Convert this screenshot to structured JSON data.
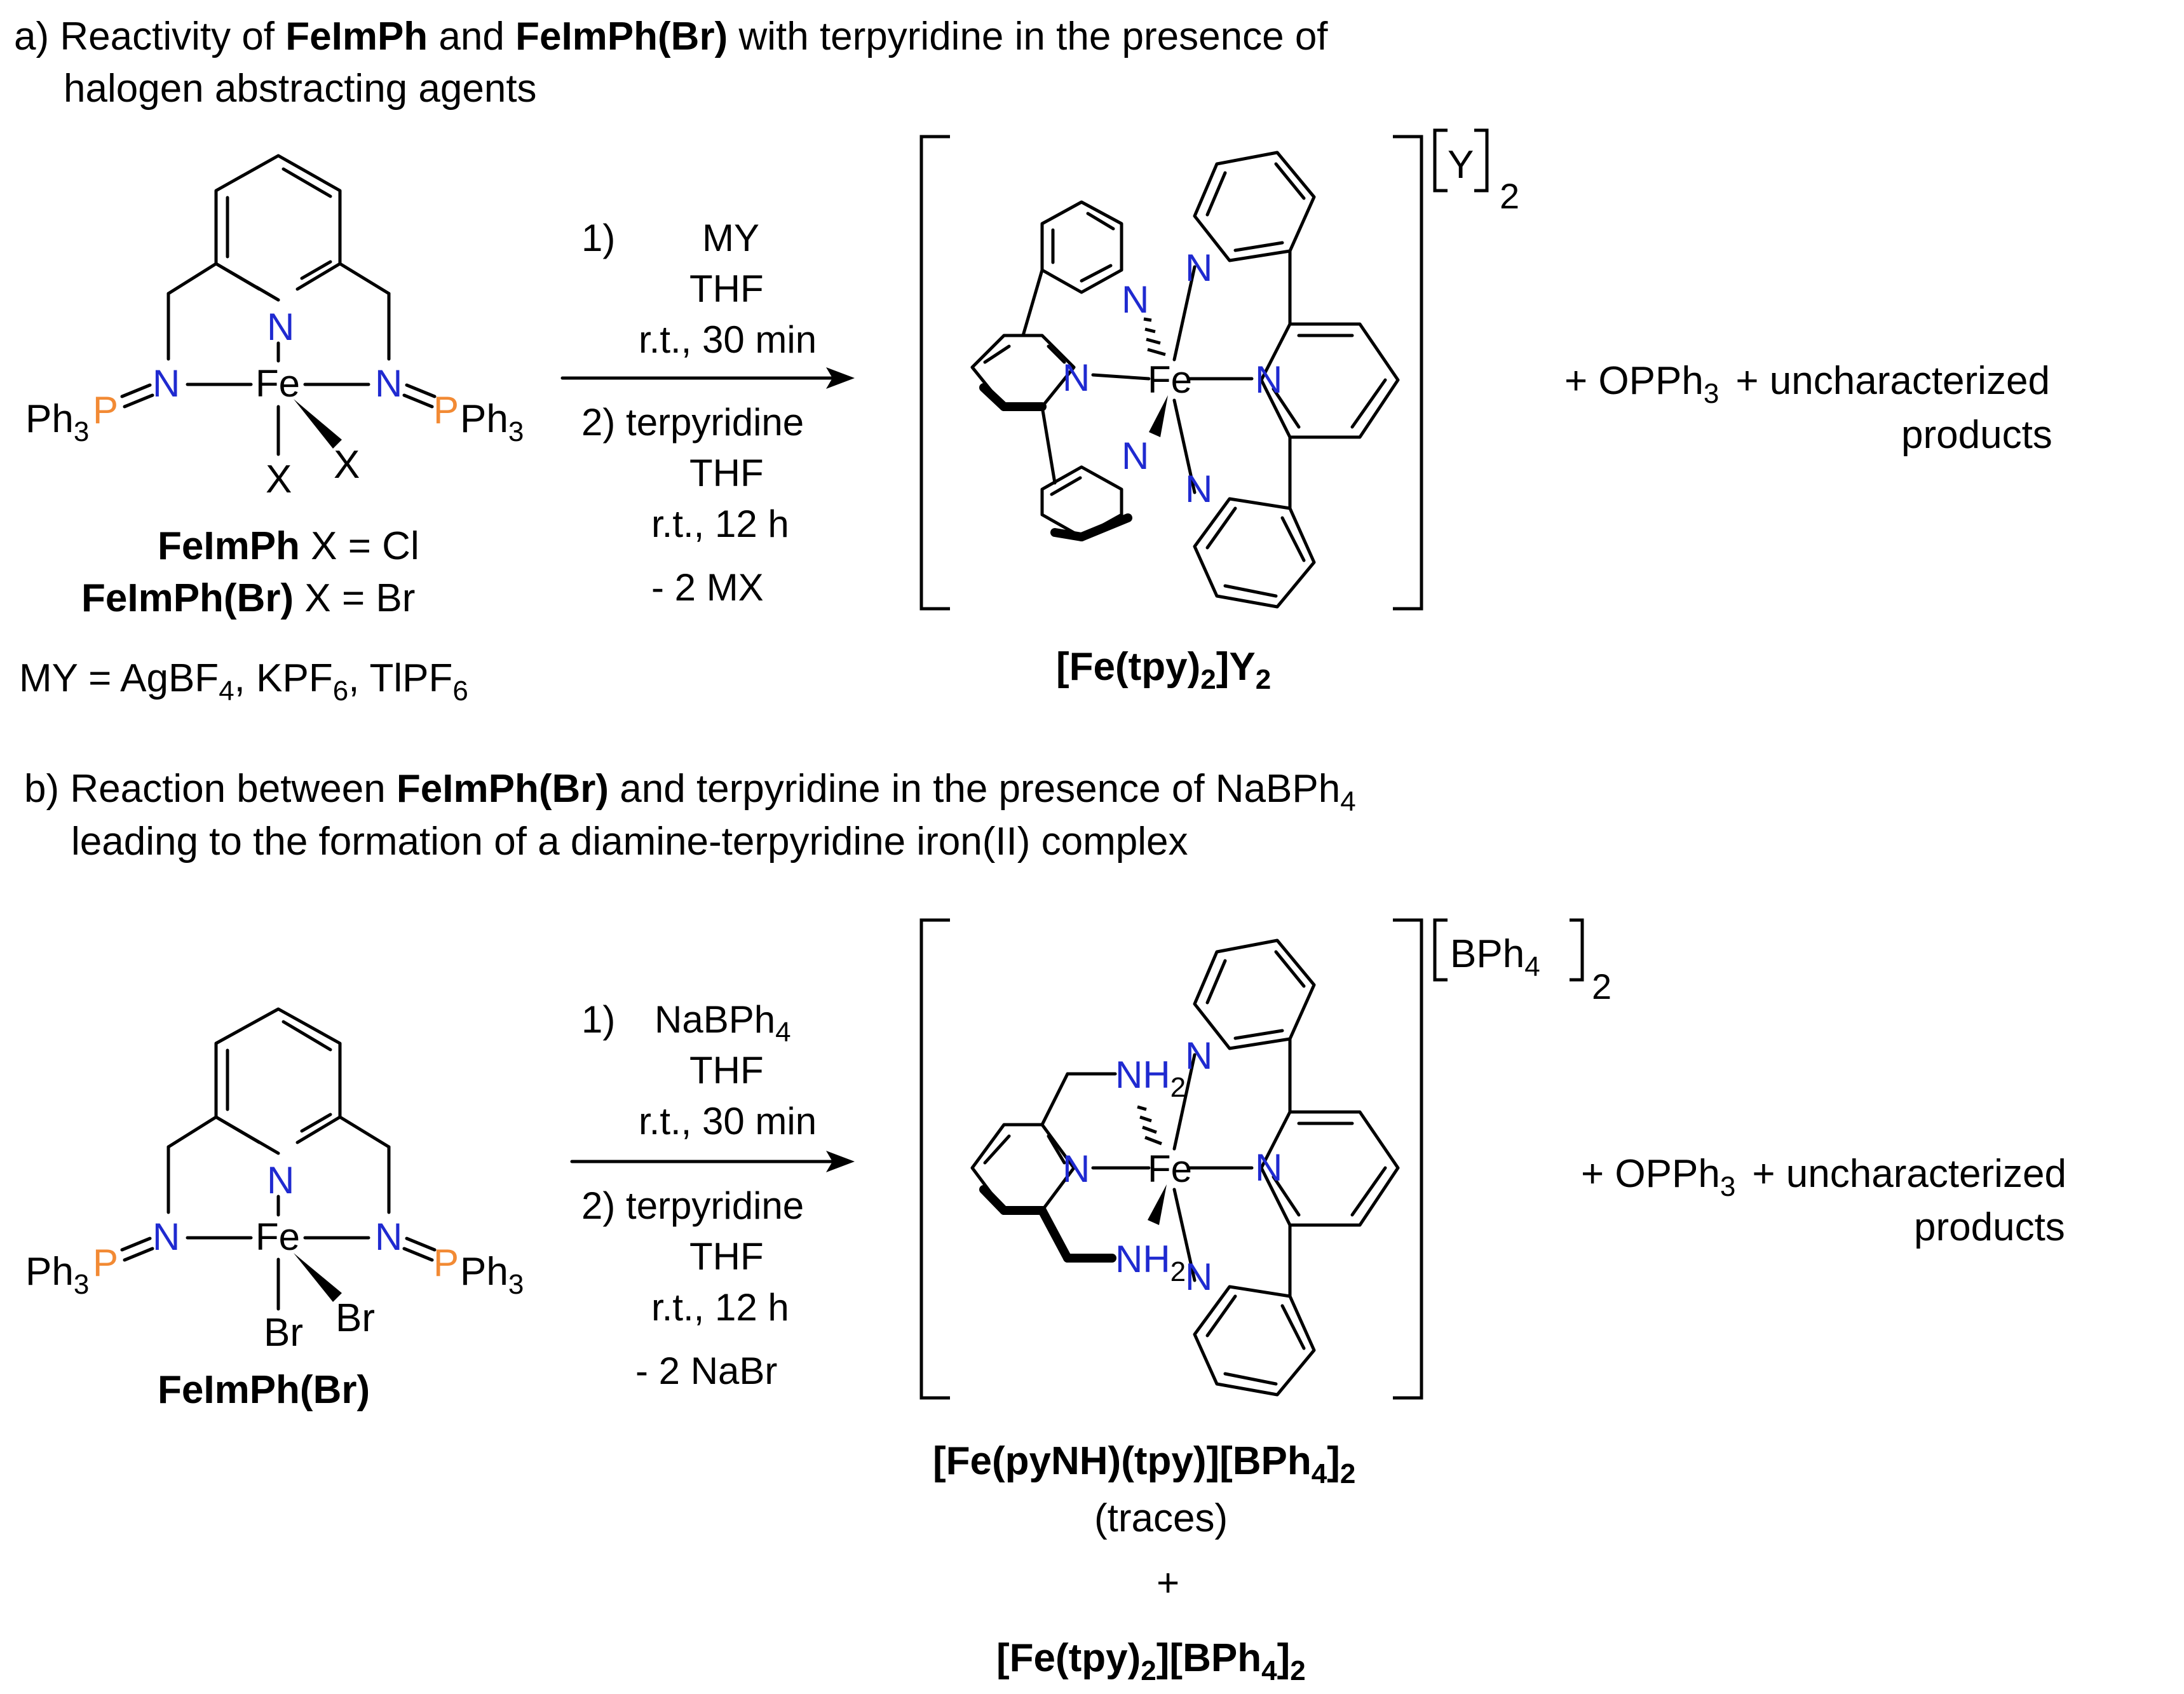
{
  "part_a": {
    "heading_prefix": "a) Reactivity of ",
    "heading_bold1": "FeImPh",
    "heading_mid": " and ",
    "heading_bold2": "FeImPh(Br)",
    "heading_suffix": " with terpyridine in the presence of",
    "heading_line2": "halogen abstracting agents",
    "reactant": {
      "atom_N": "N",
      "atom_Fe": "Fe",
      "atom_P": "P",
      "ph3": "Ph",
      "sub3": "3",
      "halide_X": "X",
      "label1_bold": "FeImPh",
      "label1_rest": "  X = Cl",
      "label2_bold": "FeImPh(Br)",
      "label2_rest": "  X = Br",
      "my_prefix": "MY = AgBF",
      "my_sub4": "4",
      "my_mid": ", KPF",
      "my_sub6a": "6",
      "my_mid2": ", TlPF",
      "my_sub6b": "6"
    },
    "conditions": {
      "step1_num": "1)",
      "step1_reagent": "MY",
      "step1_solvent": "THF",
      "step1_time": "r.t., 30 min",
      "step2": "2) terpyridine",
      "step2_solvent": "THF",
      "step2_time": "r.t., 12 h",
      "byproduct": "- 2 MX"
    },
    "product": {
      "counterion": "Y",
      "counterion_sub": "2",
      "label_main": "[Fe(tpy)",
      "label_sub": "2",
      "label_after": "]Y",
      "label_sub2": "2"
    },
    "side_products": {
      "plus1": "+  OPPh",
      "sub3": "3",
      "plus2": "+  uncharacterized",
      "line2": "products"
    }
  },
  "part_b": {
    "heading_prefix": "b) Reaction between ",
    "heading_bold": "FeImPh(Br)",
    "heading_suffix": " and terpyridine in the presence of NaBPh",
    "heading_sub": "4",
    "heading_line2": "leading to the formation of a diamine-terpyridine iron(II) complex",
    "reactant": {
      "halide": "Br",
      "label_bold": "FeImPh(Br)"
    },
    "conditions": {
      "step1_num": "1)",
      "step1_reagent": "NaBPh",
      "step1_sub": "4",
      "step1_solvent": "THF",
      "step1_time": "r.t., 30 min",
      "step2": "2) terpyridine",
      "step2_solvent": "THF",
      "step2_time": "r.t., 12 h",
      "byproduct": "- 2 NaBr"
    },
    "product": {
      "nh": "NH",
      "nh_sub": "2",
      "counterion": "BPh",
      "counterion_sub4": "4",
      "counterion_sub2": "2",
      "label1_main": "[Fe(pyNH)(tpy)][BPh",
      "label1_sub4": "4",
      "label1_end": "]",
      "label1_sub2": "2",
      "traces": "(traces)",
      "plus": "+",
      "label2_main": "[Fe(tpy)",
      "label2_sub": "2",
      "label2_mid": "][BPh",
      "label2_sub4": "4",
      "label2_end": "]",
      "label2_sub2": "2"
    },
    "side_products": {
      "plus1": "+  OPPh",
      "sub3": "3",
      "plus2": "+  uncharacterized",
      "line2": "products"
    }
  }
}
